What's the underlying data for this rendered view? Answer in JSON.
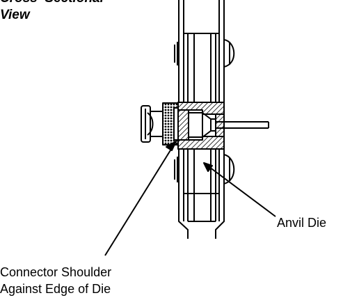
{
  "title": {
    "line1": "Cross–Sectional",
    "line2": "View"
  },
  "labels": {
    "anvil_die": "Anvil Die",
    "shoulder_line1": "Connector Shoulder",
    "shoulder_line2": "Against Edge of Die"
  },
  "colors": {
    "ink": "#000000",
    "paper": "#ffffff"
  }
}
